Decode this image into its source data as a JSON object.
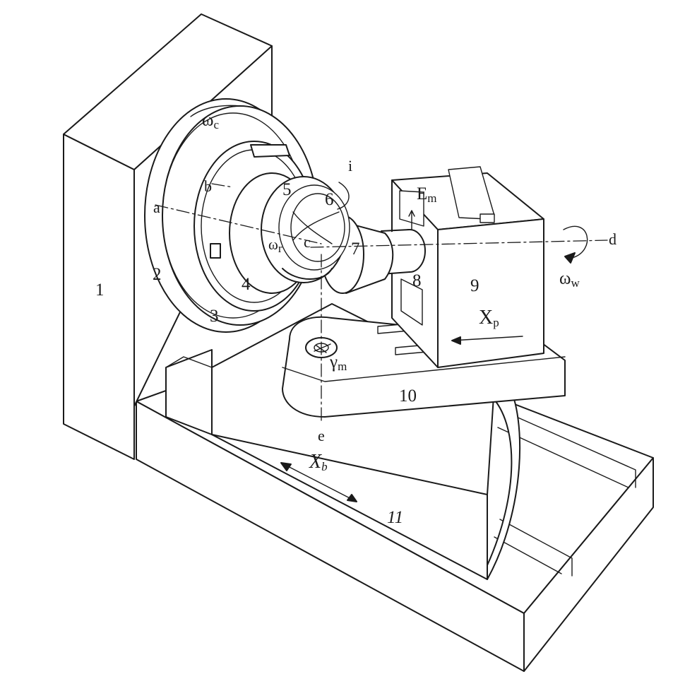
{
  "diagram": {
    "numbers": {
      "n1": "1",
      "n2": "2",
      "n3": "3",
      "n4": "4",
      "n5": "5",
      "n6": "6",
      "n7": "7",
      "n8": "8",
      "n9": "9",
      "n10": "10",
      "n11": "11"
    },
    "points": {
      "a": "a",
      "b": "b",
      "c": "c",
      "d": "d",
      "e": "e",
      "i": "i"
    },
    "motions": {
      "omega_c": {
        "base": "ω",
        "sub": "c"
      },
      "omega_r": {
        "base": "ω",
        "sub": "r"
      },
      "omega_w": {
        "base": "ω",
        "sub": "w"
      },
      "E_m": {
        "base": "E",
        "sub": "m"
      },
      "X_p": {
        "base": "X",
        "sub": "p"
      },
      "X_b": {
        "base": "X",
        "sub": "b"
      },
      "gamma_m": {
        "base": "γ",
        "sub": "m"
      }
    }
  }
}
